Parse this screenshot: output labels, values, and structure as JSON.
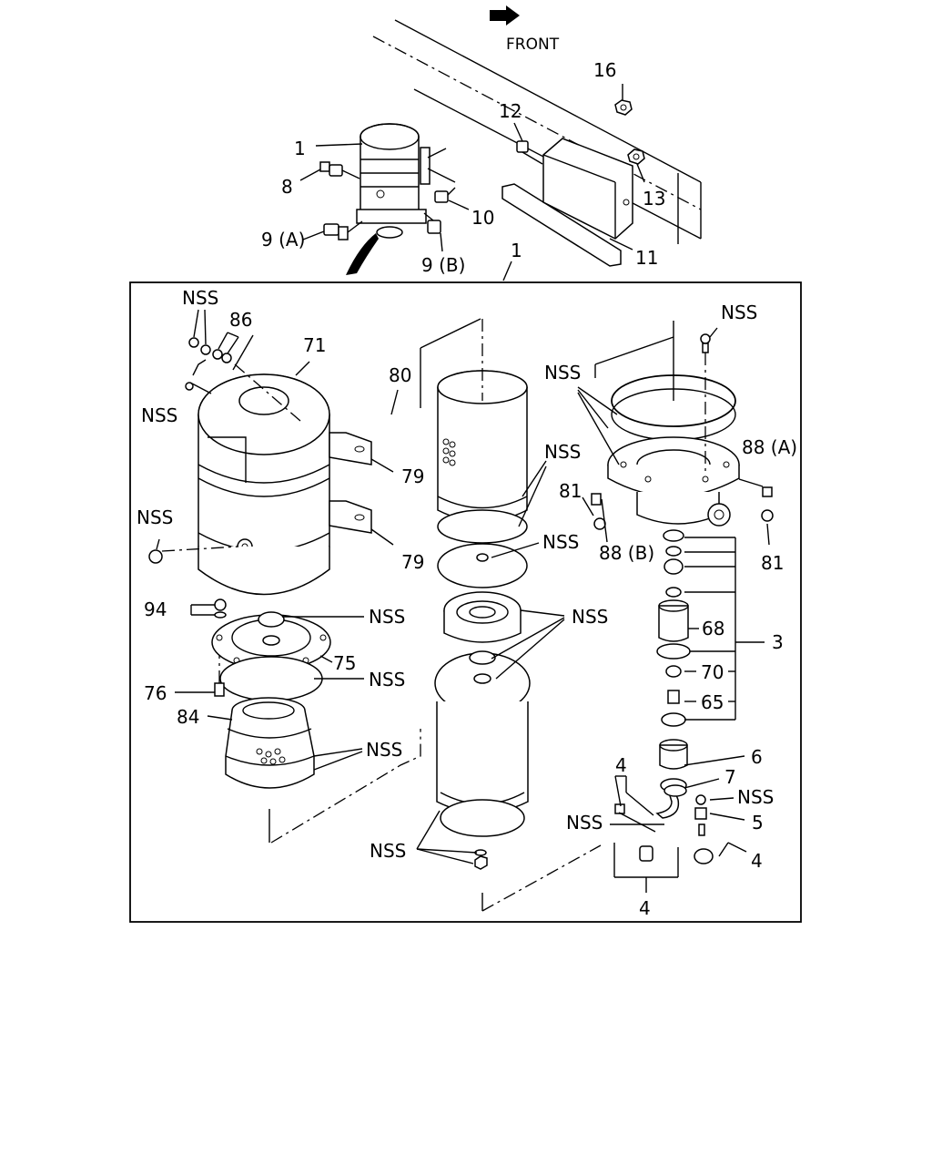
{
  "diagram": {
    "front_label": "FRONT",
    "labels": {
      "l16": "16",
      "l12": "12",
      "l1_top": "1",
      "l13": "13",
      "l8": "8",
      "l10": "10",
      "l9a": "9 (A)",
      "l9b": "9 (B)",
      "l11": "11",
      "l1_mid": "1",
      "nss_a": "NSS",
      "l86": "86",
      "l71": "71",
      "nss_b": "NSS",
      "l80": "80",
      "nss_c": "NSS",
      "l88a": "88 (A)",
      "nss_d": "NSS",
      "l79a": "79",
      "nss_e": "NSS",
      "l81a": "81",
      "nss_f": "NSS",
      "l88b": "88 (B)",
      "l81b": "81",
      "l79b": "79",
      "nss_g": "NSS",
      "l94": "94",
      "nss_h": "NSS",
      "l68": "68",
      "l3": "3",
      "l75": "75",
      "nss_i": "NSS",
      "l70": "70",
      "l76": "76",
      "l65": "65",
      "l84": "84",
      "nss_j": "NSS",
      "l6": "6",
      "l4a": "4",
      "l7": "7",
      "nss_k": "NSS",
      "nss_l": "NSS",
      "l5": "5",
      "nss_m": "NSS",
      "l4b": "4",
      "l4c": "4",
      "nss_n": "NSS"
    }
  }
}
